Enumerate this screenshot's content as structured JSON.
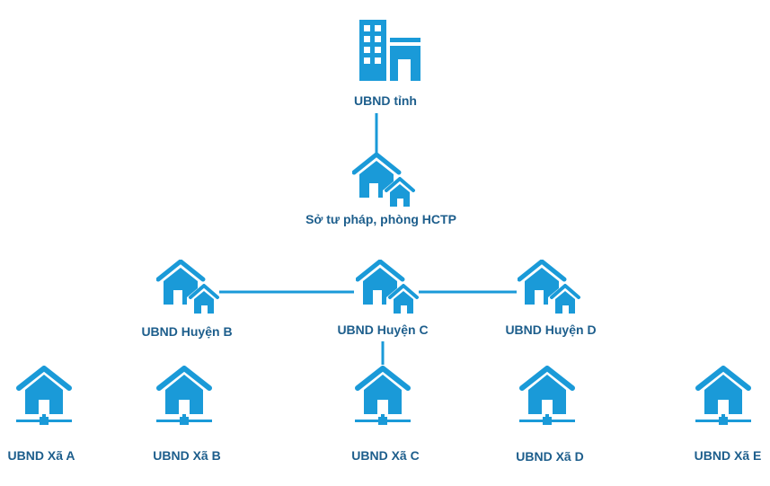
{
  "colors": {
    "icon": "#1a9ad8",
    "connector": "#1a9ad8",
    "label": "#1d5e8c",
    "background": "#ffffff"
  },
  "province": {
    "label": "UBND tỉnh",
    "icon": "office-building-icon"
  },
  "justice_department": {
    "label": "Sở tư pháp, phòng HCTP",
    "icon": "houses-icon"
  },
  "districts": [
    {
      "label": "UBND Huyện B",
      "icon": "houses-icon"
    },
    {
      "label": "UBND Huyện C",
      "icon": "houses-icon"
    },
    {
      "label": "UBND Huyện D",
      "icon": "houses-icon"
    }
  ],
  "communes": [
    {
      "label": "UBND Xã A",
      "icon": "networked-house-icon"
    },
    {
      "label": "UBND Xã B",
      "icon": "networked-house-icon"
    },
    {
      "label": "UBND Xã C",
      "icon": "networked-house-icon"
    },
    {
      "label": "UBND Xã D",
      "icon": "networked-house-icon"
    },
    {
      "label": "UBND Xã E",
      "icon": "networked-house-icon"
    }
  ]
}
